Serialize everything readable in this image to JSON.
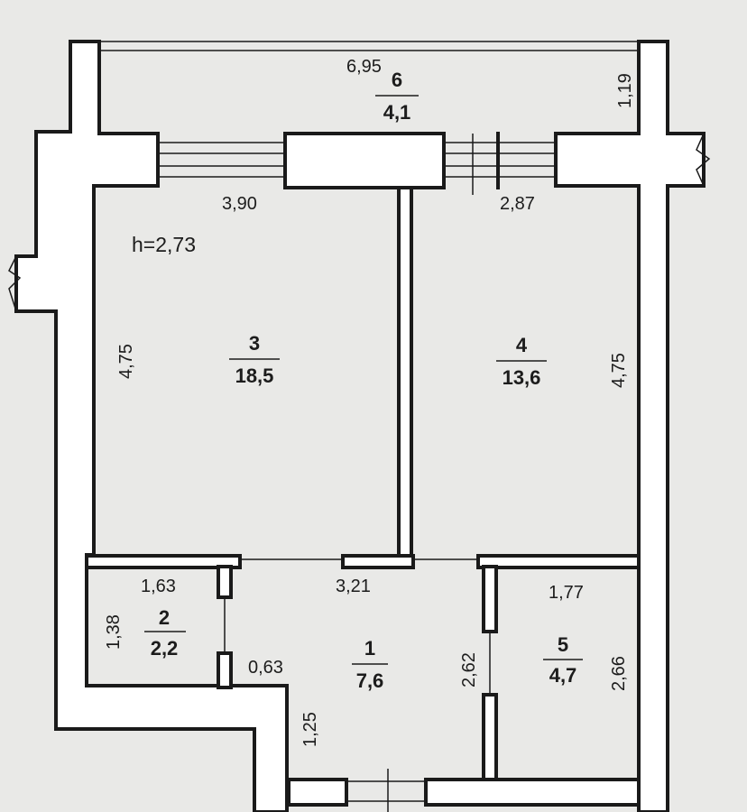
{
  "plan": {
    "ceiling_height": "h=2,73",
    "rooms": [
      {
        "id": "1",
        "area": "7,6"
      },
      {
        "id": "2",
        "area": "2,2"
      },
      {
        "id": "3",
        "area": "18,5"
      },
      {
        "id": "4",
        "area": "13,6"
      },
      {
        "id": "5",
        "area": "4,7"
      },
      {
        "id": "6",
        "area": "4,1"
      }
    ],
    "dimensions": {
      "balcony_length": "6,95",
      "balcony_depth": "1,19",
      "room3_width": "3,90",
      "room3_height": "4,75",
      "room4_width": "2,87",
      "room4_height": "4,75",
      "bath2_width": "1,63",
      "bath2_height": "1,38",
      "hall_width": "3,21",
      "hall_door": "0,63",
      "hall_passage": "1,25",
      "hall_height": "2,62",
      "bath5_width": "1,77",
      "bath5_height": "2,66"
    }
  }
}
